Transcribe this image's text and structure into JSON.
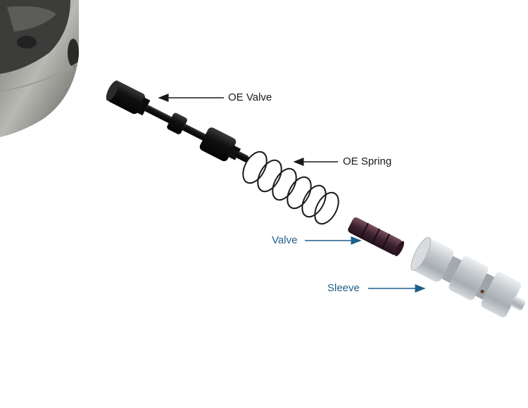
{
  "labels": {
    "oe_valve": "OE Valve",
    "oe_spring": "OE Spring",
    "valve": "Valve",
    "sleeve": "Sleeve"
  },
  "colors": {
    "oe_label": "#1a1a1a",
    "new_label": "#1f5f8b",
    "oe_valve_part": "#161616",
    "valve_part": "#4a2a36",
    "sleeve_part": "#c8ccd0",
    "housing": "#8a8a86"
  }
}
